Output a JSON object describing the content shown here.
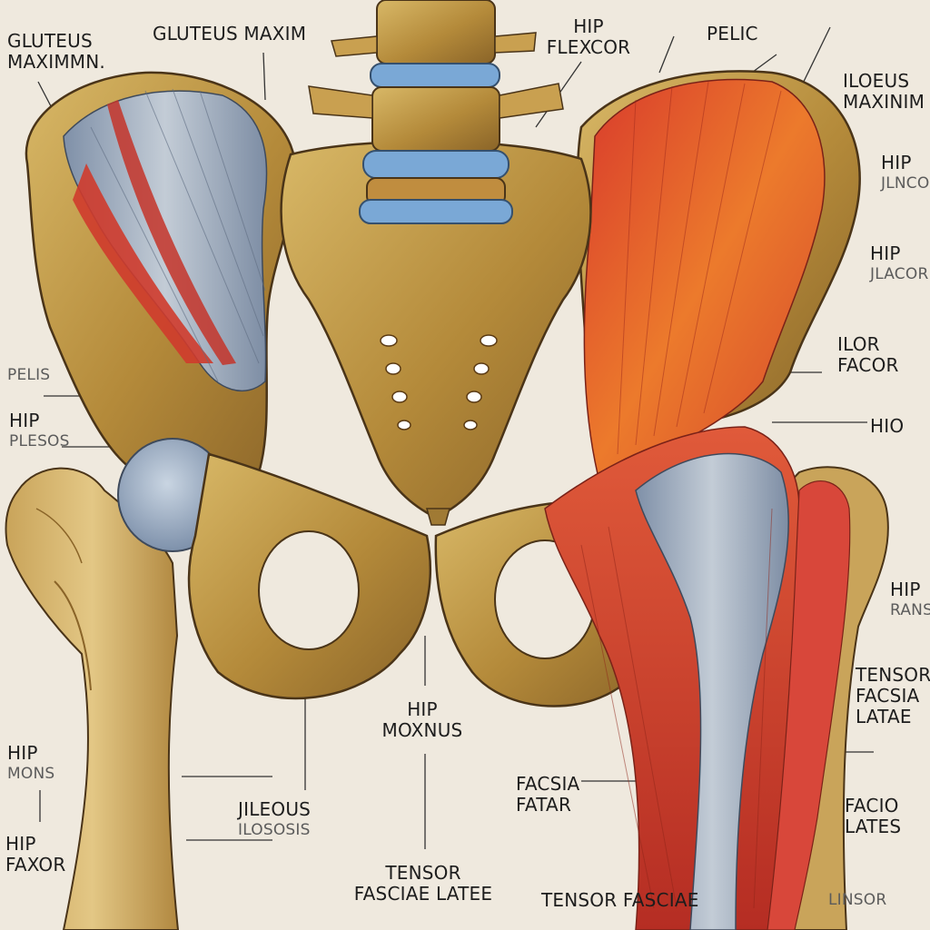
{
  "labels": {
    "gluteus_maximus_left": [
      "GLUTEUS",
      "MAXIMMN."
    ],
    "gluteus_maxim_top": [
      "GLUTEUS MAXIM"
    ],
    "hip_flexor_top": [
      "HIP",
      "FLEXCOR"
    ],
    "pelic_top": [
      "PELIC"
    ],
    "iloeus_maximus": [
      "ILOEUS",
      "MAXINIM"
    ],
    "hip_jlnco": [
      "HIP",
      "JLNCO"
    ],
    "hip_jlacor": [
      "HIP",
      "JLACOR"
    ],
    "pelis": [
      "PELIS"
    ],
    "hip_plesos": [
      "HIP",
      "PLESOS"
    ],
    "ilor_facor": [
      "ILOR",
      "FACOR"
    ],
    "hio": [
      "HIO"
    ],
    "hip_rans": [
      "HIP",
      "RANS"
    ],
    "tensor_facsia_latae_right": [
      "TENSOR",
      "FACSIA",
      "LATAE"
    ],
    "hip_moxnus": [
      "HIP",
      "MOXNUS"
    ],
    "hip_mons": [
      "HIP",
      "MONS"
    ],
    "facia_fatar": [
      "FACSIA",
      "FATAR"
    ],
    "jileous_ilosous": [
      "JILEOUS",
      "ILOSOSIS"
    ],
    "hip_faxor": [
      "HIP",
      "FAXOR"
    ],
    "facio_lates": [
      "FACIO",
      "LATES"
    ],
    "tensor_fasciae_latee": [
      "TENSOR",
      "FASCIAE LATEE"
    ],
    "tensor_fasciae_bottom": [
      "TENSOR FASCIAE"
    ],
    "linsor": [
      "LINSOR"
    ]
  },
  "colors": {
    "background": "#efe9de",
    "bone": "#b98f3c",
    "muscle_red": "#d6402e",
    "muscle_orange": "#e9782a",
    "tendon_blue": "#8ea4bd",
    "disc_blue": "#6f9fd0"
  }
}
